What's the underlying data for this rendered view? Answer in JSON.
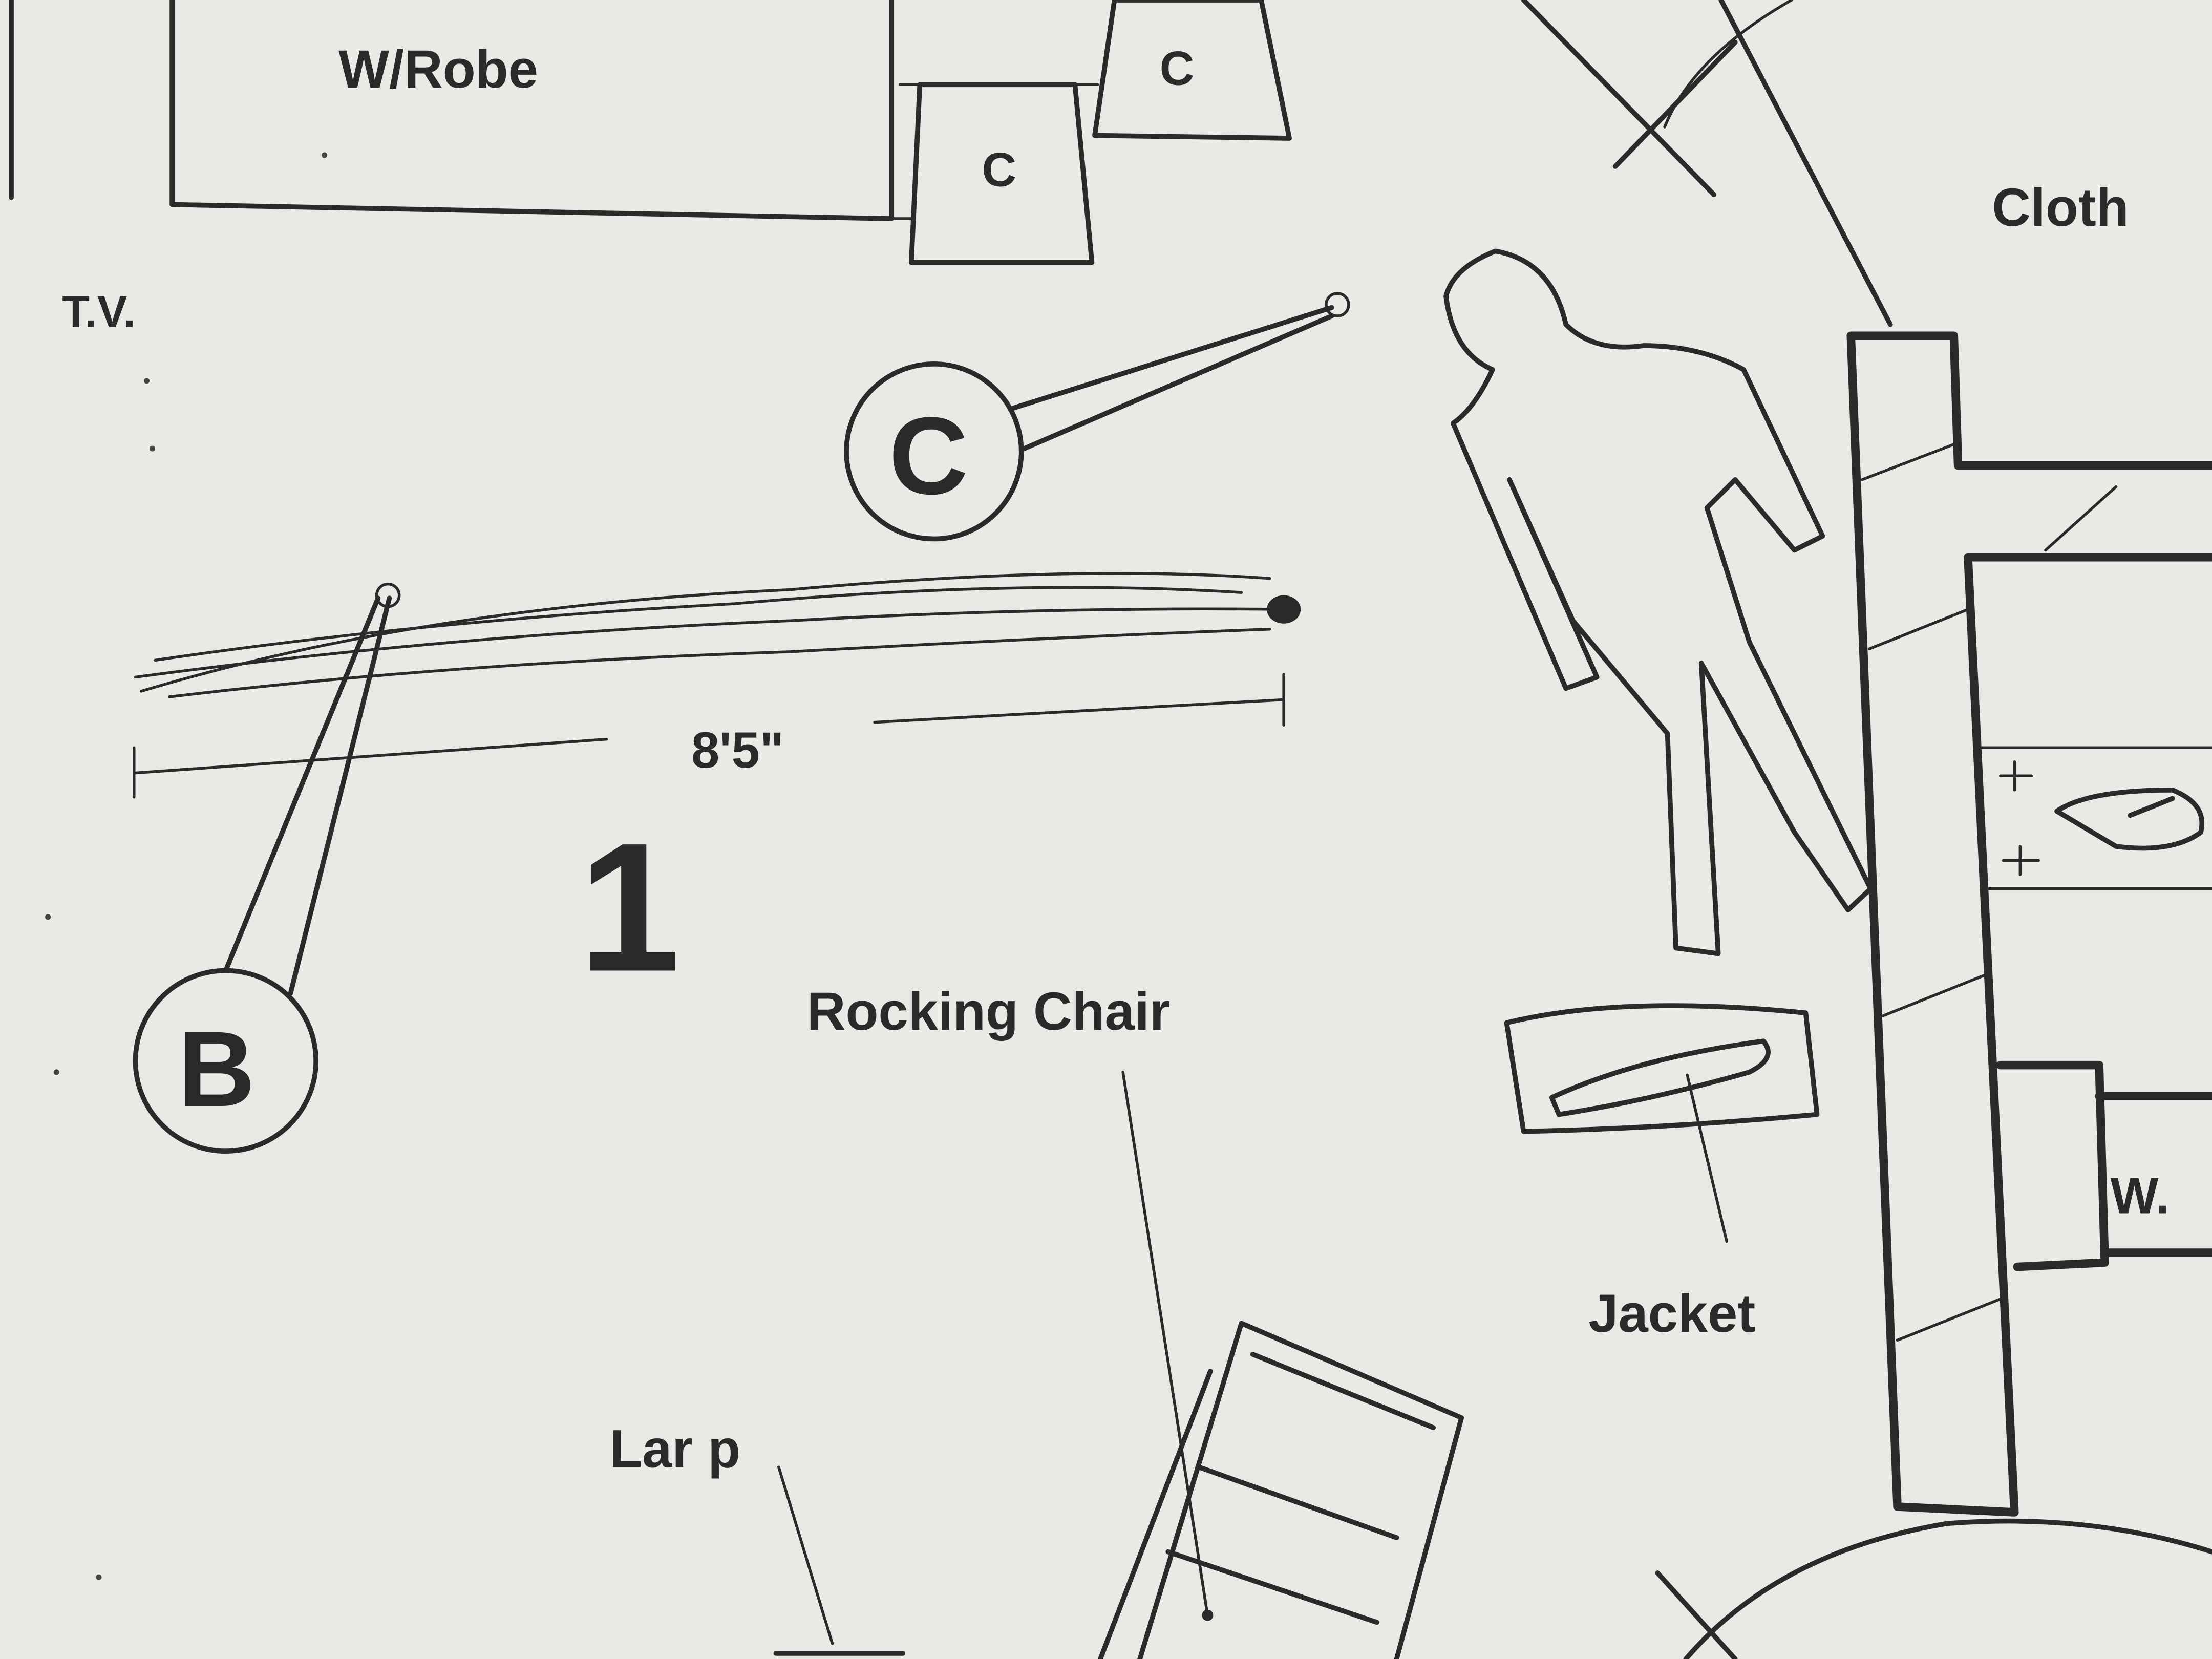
{
  "diagram": {
    "labels": {
      "wardrobe": "W/Robe",
      "chair1": "C",
      "chair2": "C",
      "tv": "T.V.",
      "clothes": "Cloth",
      "marker_c": "C",
      "marker_b": "B",
      "distance": "8'5\"",
      "room_number": "1",
      "rocking_chair": "Rocking Chair",
      "jacket": "Jacket",
      "lamp": "Lar p",
      "washer": "W."
    },
    "colors": {
      "paper": "#e9eae6",
      "ink": "#2a2a2a"
    }
  }
}
